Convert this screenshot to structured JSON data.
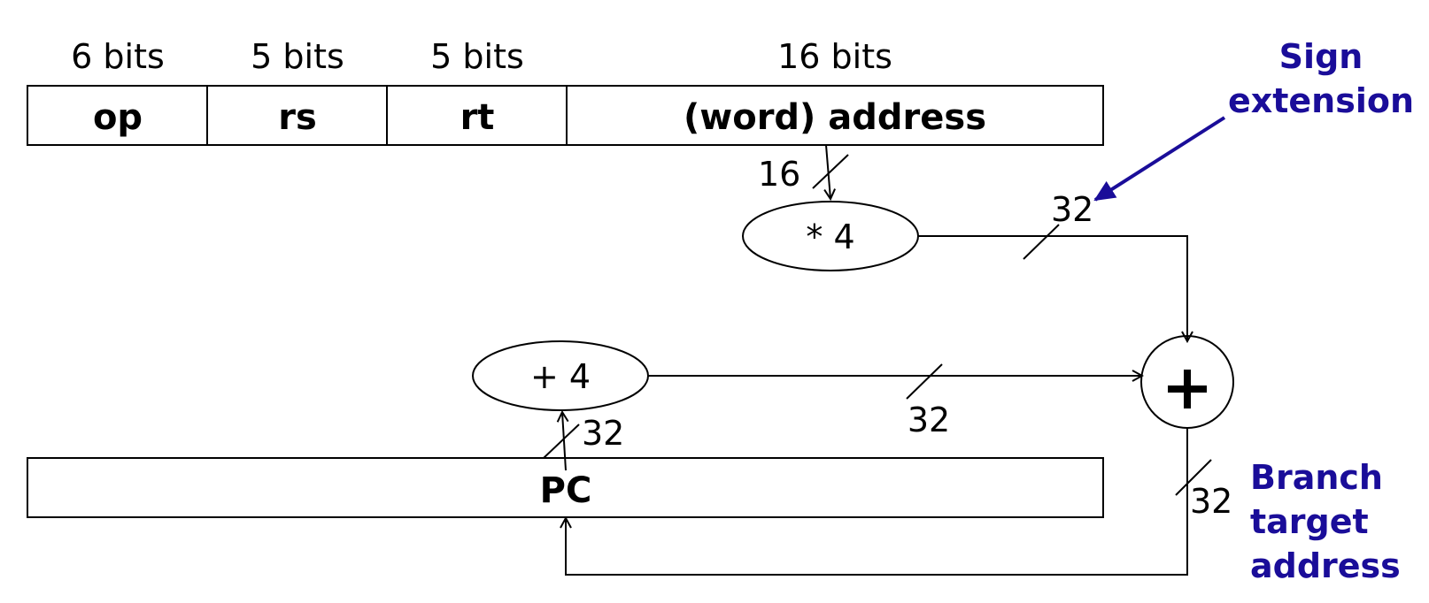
{
  "field_widths": [
    "6 bits",
    "5 bits",
    "5 bits",
    "16 bits"
  ],
  "fields": [
    "op",
    "rs",
    "rt",
    "(word) address"
  ],
  "multiply_op": "* 4",
  "increment_op": "+ 4",
  "pc_label": "PC",
  "adder_symbol": "+",
  "bus_widths": {
    "address_out": "16",
    "shift_out": "32",
    "increment_out": "32",
    "pc_out": "32",
    "adder_out": "32"
  },
  "annotations": {
    "sign_extension": [
      "Sign",
      "extension"
    ],
    "branch_target": [
      "Branch",
      "target",
      "address"
    ]
  },
  "colors": {
    "annotation": "#1a0d99",
    "lines": "#000000"
  }
}
